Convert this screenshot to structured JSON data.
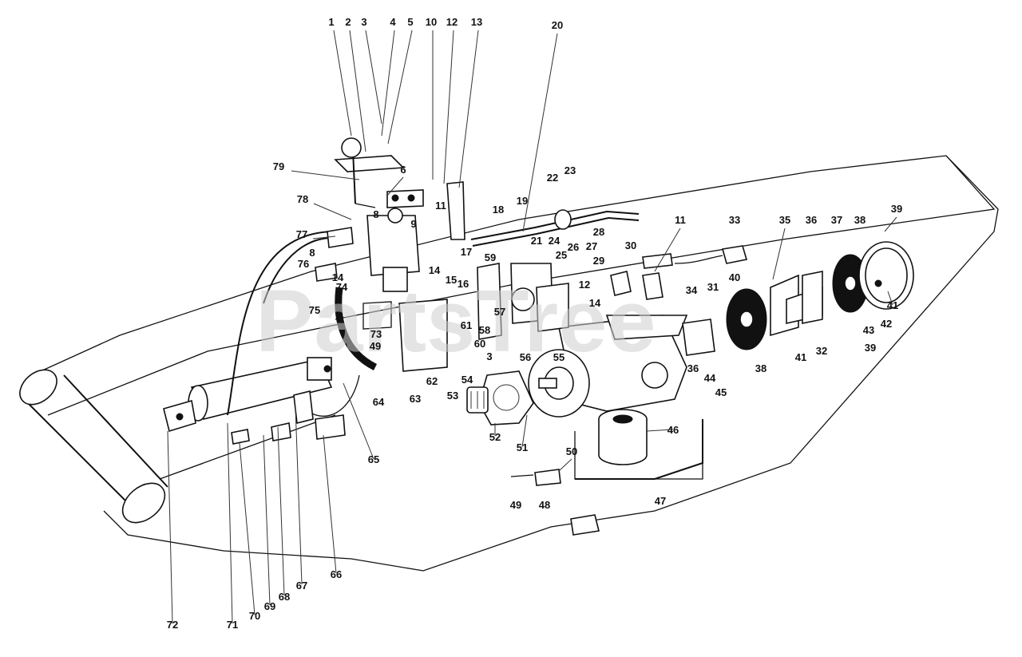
{
  "watermark": "PartsTree",
  "callouts": [
    "1",
    "2",
    "3",
    "4",
    "5",
    "10",
    "12",
    "13",
    "20",
    "79",
    "6",
    "23",
    "22",
    "19",
    "18",
    "8",
    "9",
    "11",
    "78",
    "77",
    "8",
    "76",
    "14",
    "74",
    "75",
    "14",
    "15",
    "16",
    "17",
    "59",
    "21",
    "24",
    "25",
    "26",
    "27",
    "28",
    "29",
    "12",
    "14",
    "30",
    "11",
    "33",
    "35",
    "36",
    "37",
    "38",
    "39",
    "32",
    "31",
    "34",
    "40",
    "41",
    "42",
    "43",
    "39",
    "36",
    "38",
    "41",
    "61",
    "58",
    "57",
    "60",
    "3",
    "56",
    "55",
    "62",
    "73",
    "49",
    "63",
    "64",
    "65",
    "53",
    "54",
    "52",
    "51",
    "44",
    "45",
    "46",
    "50",
    "49",
    "48",
    "47",
    "66",
    "67",
    "68",
    "69",
    "70",
    "71",
    "72"
  ]
}
